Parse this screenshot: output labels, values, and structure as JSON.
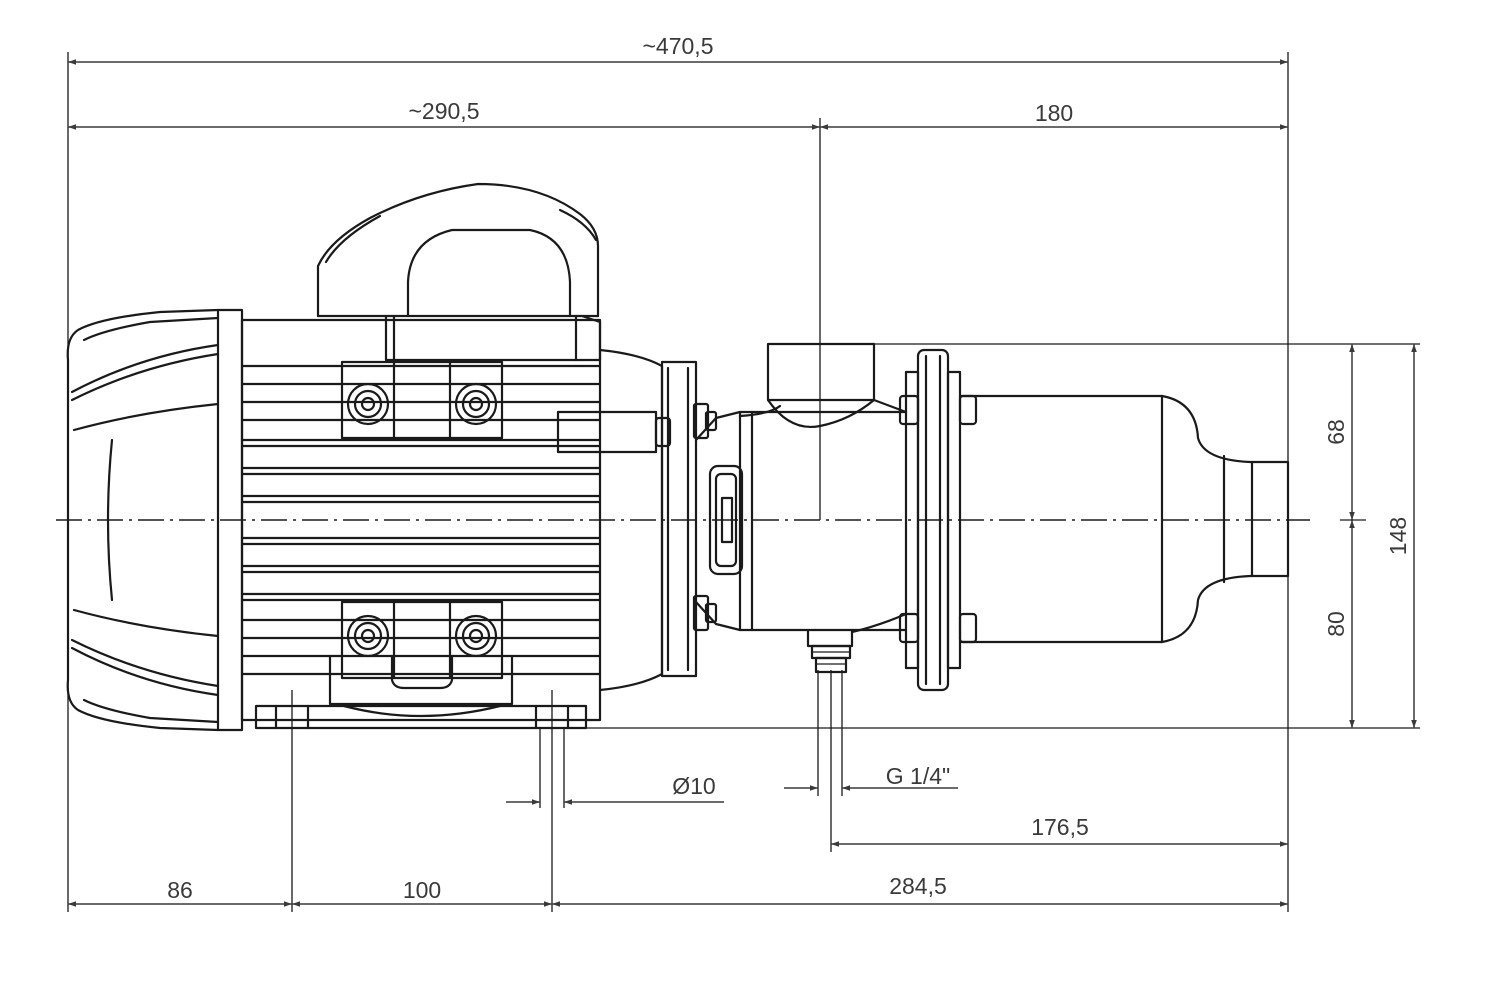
{
  "dimensions": {
    "overall_length": "~470,5",
    "motor_length": "~290,5",
    "pump_length": "180",
    "height_upper": "68",
    "height_lower": "80",
    "height_total": "148",
    "foot_hole_diameter": "Ø10",
    "gauge_port": "G 1/4\"",
    "port_to_end": "176,5",
    "end_to_first_foot": "86",
    "foot_spacing": "100",
    "foot_to_pump_end": "284,5"
  }
}
